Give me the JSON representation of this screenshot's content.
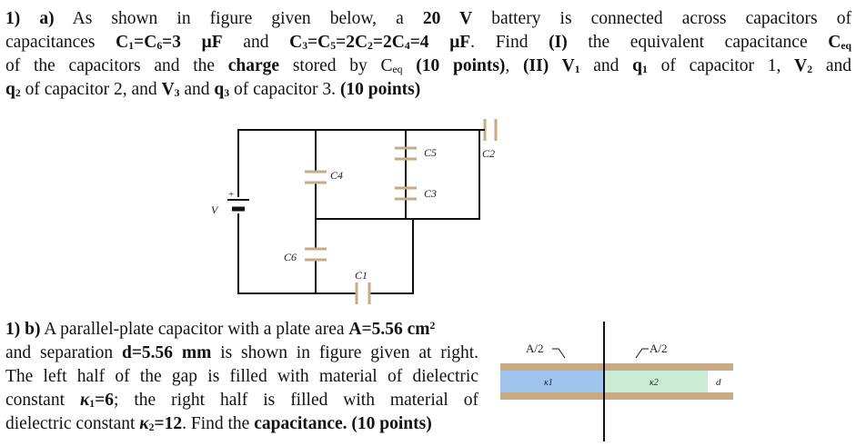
{
  "problem_a": {
    "l1_a": "1) a)",
    "l1_b": " As shown in figure given below, a ",
    "l1_c": "20 V",
    "l1_d": " battery is connected across capacitors of",
    "l2_a": "capacitances ",
    "l2_b": "C",
    "l2_b1": "1",
    "l2_c": "=C",
    "l2_c6": "6",
    "l2_d": "=3 μF",
    "l2_e": " and ",
    "l2_f": "C",
    "l2_f3": "3",
    "l2_g": "=C",
    "l2_g5": "5",
    "l2_h": "=2C",
    "l2_h2": "2",
    "l2_i": "=2C",
    "l2_i4": "4",
    "l2_j": "=4 μF",
    "l2_k": ". Find ",
    "l2_l": "(I)",
    "l2_m": " the equivalent capacitance ",
    "l2_n": "C",
    "l2_neq": "eq",
    "l3_a": "of the capacitors and the ",
    "l3_b": "charge",
    "l3_c": " stored by C",
    "l3_ceq": "eq",
    "l3_d": " (10 points)",
    "l3_e": ", ",
    "l3_f": "(II) V",
    "l3_f1": "1",
    "l3_g": " and ",
    "l3_h": "q",
    "l3_h1": "1",
    "l3_i": " of capacitor 1, ",
    "l3_j": "V",
    "l3_j2": "2",
    "l3_k": " and",
    "l4_a": "q",
    "l4_a2": "2",
    "l4_b": " of capacitor 2, and ",
    "l4_c": "V",
    "l4_c3": "3",
    "l4_d": " and ",
    "l4_e": "q",
    "l4_e3": "3",
    "l4_f": " of capacitor 3. ",
    "l4_g": "(10 points)"
  },
  "problem_b": {
    "l1_a": "1) b)",
    "l1_b": " A parallel-plate capacitor with a plate area ",
    "l1_c": "A=5.56 cm",
    "l1_c2": "2",
    "l2_a": "and separation ",
    "l2_b": "d=5.56 mm",
    "l2_c": " is shown in figure given at right.",
    "l3": "The left half of the gap is filled with material of dielectric",
    "l4_a": "constant ",
    "l4_b": "κ",
    "l4_b1": "1",
    "l4_c": "=6",
    "l4_d": "; the right half is filled with material of",
    "l5_a": "dielectric constant ",
    "l5_b": "κ",
    "l5_b2": "2",
    "l5_c": "=12",
    "l5_d": ". Find the ",
    "l5_e": "capacitance.",
    "l5_f": " (10 points)"
  },
  "circuit": {
    "label_v": "V",
    "label_plus": "+",
    "label_c1": "C1",
    "label_c2": "C2",
    "label_c3": "C3",
    "label_c4": "C4",
    "label_c5": "C5",
    "label_c6": "C6"
  },
  "plate_figure": {
    "label_a_left": "A/2",
    "label_a_right": "A/2",
    "label_k1": "κ1",
    "label_k2": "κ2",
    "label_d": "d",
    "colors": {
      "plate": "#c8aa84",
      "k1_fill": "#9fc4ee",
      "k2_fill": "#c9ebd3"
    }
  }
}
